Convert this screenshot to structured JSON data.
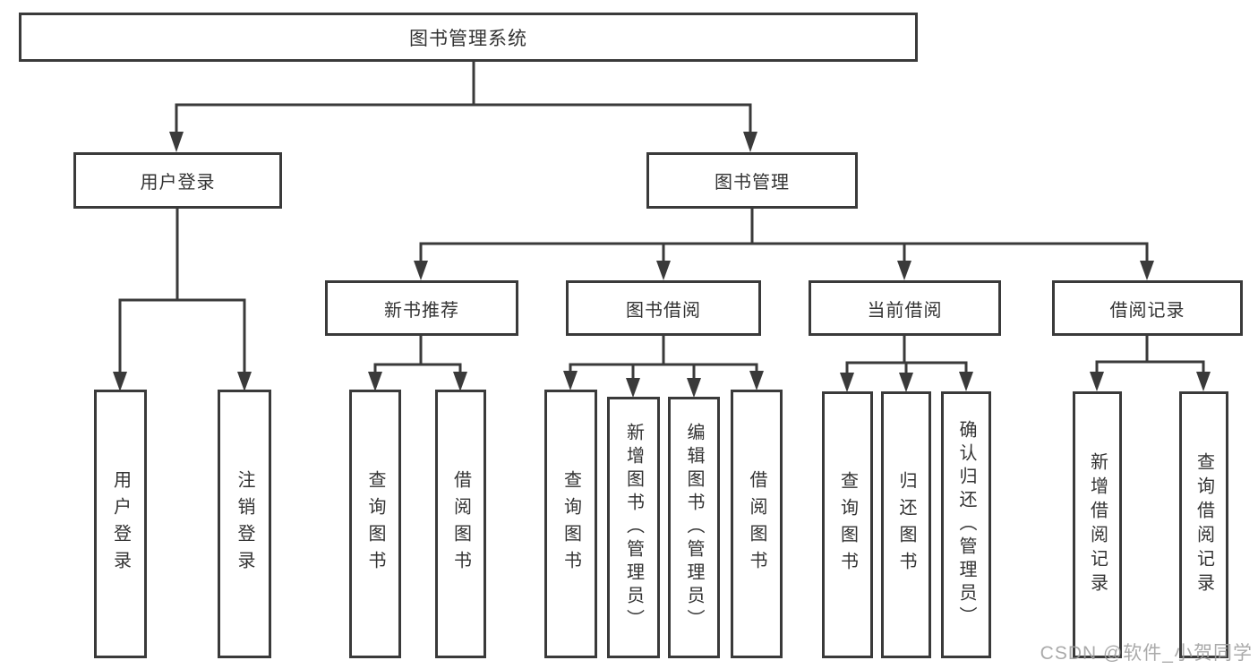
{
  "diagram": {
    "title": "图书管理系统",
    "watermark": "CSDN @软件_小贺同学",
    "colors": {
      "line": "#3a3a3a",
      "text": "#333333",
      "background": "#ffffff",
      "watermark": "#9e9e9e"
    },
    "nodes": {
      "root": {
        "label": "图书管理系统"
      },
      "user_login": {
        "label": "用户登录"
      },
      "book_mgmt": {
        "label": "图书管理"
      },
      "new_book_rec": {
        "label": "新书推荐"
      },
      "book_borrow": {
        "label": "图书借阅"
      },
      "current_borrow": {
        "label": "当前借阅"
      },
      "borrow_records": {
        "label": "借阅记录"
      },
      "login": {
        "label": "用户登录"
      },
      "logout": {
        "label": "注销登录"
      },
      "rec_query_books": {
        "label": "查询图书"
      },
      "rec_borrow_books": {
        "label": "借阅图书"
      },
      "bb_query_books": {
        "label": "查询图书"
      },
      "bb_add_books": {
        "label": "新增图书（管理员）"
      },
      "bb_edit_books": {
        "label": "编辑图书（管理员）"
      },
      "bb_borrow_books": {
        "label": "借阅图书"
      },
      "cb_query_books": {
        "label": "查询图书"
      },
      "cb_return_books": {
        "label": "归还图书"
      },
      "cb_confirm_return": {
        "label": "确认归还（管理员）"
      },
      "br_add_record": {
        "label": "新增借阅记录"
      },
      "br_query_record": {
        "label": "查询借阅记录"
      }
    }
  }
}
